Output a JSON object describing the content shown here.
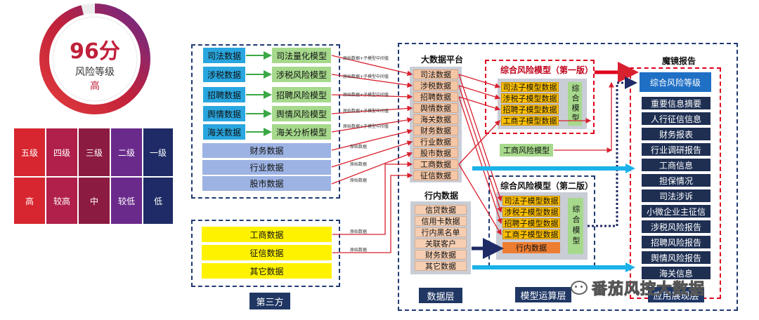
{
  "score": {
    "value": "96分",
    "label": "风险等级",
    "level": "高",
    "gauge_fraction": 0.96,
    "gauge_color": "#c0213b"
  },
  "levels": {
    "names": [
      "五级",
      "四级",
      "三级",
      "二级",
      "一级"
    ],
    "descs": [
      "高",
      "较高",
      "中",
      "较低",
      "低"
    ],
    "colors": [
      "#d7262f",
      "#b1204a",
      "#8c1b42",
      "#6a2a8b",
      "#1f2b66"
    ]
  },
  "left": {
    "sources": [
      "司法数据",
      "涉税数据",
      "招聘数据",
      "舆情数据",
      "海关数据"
    ],
    "models": [
      "司法量化模型",
      "涉税风险模型",
      "招聘风险模型",
      "舆情风险模型",
      "海关分析模型"
    ],
    "raw_sources": [
      "财务数据",
      "行业数据",
      "股市数据"
    ],
    "third_party": [
      "工商数据",
      "征信数据",
      "其它数据"
    ],
    "third_party_label": "第三方",
    "arrow_label_mixed": "原始数据+子模型中间值",
    "arrow_label_raw": "原始数据"
  },
  "platform": {
    "title": "大数据平台",
    "items": [
      "司法数据",
      "涉税数据",
      "招聘数据",
      "舆情数据",
      "海关数据",
      "财务数据",
      "行业数据",
      "股市数据",
      "工商数据",
      "征信数据"
    ],
    "bank_title": "行内数据",
    "bank_items": [
      "信贷数据",
      "信用卡数据",
      "行内黑名单",
      "关联客户",
      "财务数据",
      "其它数据"
    ],
    "layer": "数据层"
  },
  "model_v1": {
    "title": "综合风险模型（第一版）",
    "subs": [
      "司法子模型数据",
      "涉税子模型数据",
      "招聘子模型数据",
      "工商子模型数据"
    ],
    "combined": "综合模型"
  },
  "icbc_model": "工商风险模型",
  "model_v2": {
    "title": "综合风险模型（第二版）",
    "subs": [
      "司法子模型数据",
      "涉税子模型数据",
      "招聘子模型数据",
      "工商子模型数据"
    ],
    "bank": "行内数据",
    "combined": "综合模型"
  },
  "compute_layer": "模型运算层",
  "report": {
    "title": "魔镜报告",
    "head": "综合风险等级",
    "items": [
      "重要信息摘要",
      "人行征信信息",
      "财务报表",
      "行业调研报告",
      "工商信息",
      "担保情况",
      "司法涉诉",
      "小微企业主征信",
      "涉税风险报告",
      "招聘风险报告",
      "舆情风险报告",
      "海关信息"
    ],
    "layer": "应用展现层"
  },
  "watermark": "番茄风控大数据"
}
